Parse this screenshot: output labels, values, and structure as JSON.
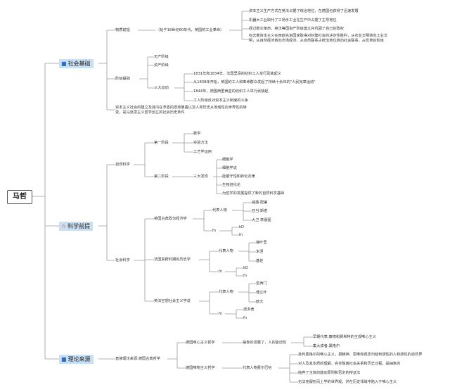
{
  "colors": {
    "line": "#9a9a9a",
    "main_fill": "#c9dff2",
    "root_border": "#555555",
    "star": "#d9434a",
    "square": "#2e6fc4"
  },
  "root": "马哲",
  "b1": {
    "label": "社会基础",
    "icon": "blue-square-icon",
    "wuzhi": "物质前提",
    "ind": "（始于18世纪60年代，英国的工业革命）",
    "w1": "资本主义生产方式在英法占据了统治地位，在德国也获得了迅速发展",
    "w2": "机器大工业取代了工场手工业在生产中占据了主导地位",
    "w3": "经过数次革命，英法等国资产阶级建立并巩固了自己的政权",
    "w4": "标志着资本主义在西欧先进国家取得对封建社会的决定性胜利，从农业文明转向工业文明，从自然经济转向市场经济，从自然联系占统治地位转向社会联系，占优势的阶级",
    "jieji": "阶级基础",
    "j1": "无产阶级",
    "j2": "资产阶级",
    "j3": "三大运动",
    "m1": "1831年和1834年，法国里昂的纺织工人举行武装起义",
    "m2": "从1838年开始，英国的工人和革命群众发起了持续十余年的\"人民宪章运动\"",
    "m3": "1844年，德国西里西亚的纺织工人举行武装起",
    "m4": "工人阶级反对资本主义制度的斗争",
    "end": "资本主义社会的建立及其内在矛盾的逐渐暴露以及人类历史从地域性向世界性的转变，是马克思主义哲学创立的社会历史条件"
  },
  "b2": {
    "label": "科学前提",
    "icon": "red-star-icon",
    "zr": "自然科学",
    "s1": "第一阶段",
    "s1a": "数学",
    "s1b": "实验方法",
    "s1c": "工艺学运用",
    "s2": "第二阶段",
    "dafx": "三大发现",
    "d1": "细胞学",
    "d2": "细胞学说",
    "d3": "能量守恒和转化定律",
    "d4": "生物进化论",
    "d5": "为哲学的发展提供了新的自然科学基础",
    "sh": "社会科学",
    "e1": "英国古典政治经济学",
    "e1r": "代表人物",
    "e1a": "威廉·配第",
    "e1b": "亚当·斯密",
    "e1c": "大卫·李嘉图",
    "e1fn": "fn",
    "e1kd": "kD",
    "e1fn2": "fn",
    "e2": "法国复辟时期的历史学",
    "e2r": "代表人物",
    "e2a": "梯叶里",
    "e2b": "米涅",
    "e2c": "基佐",
    "e2fn": "fn",
    "e2kd": "kD",
    "e2fn2": "fn",
    "e3": "英法空想社会主义学说",
    "e3r": "代表人物",
    "e3a": "圣西门",
    "e3b": "傅立叶",
    "e3c": "欧文",
    "e3fn": "fn",
    "e3kd": "波多舍",
    "e3fn2": "fn"
  },
  "b3": {
    "label": "理论来源",
    "icon": "blue-square-icon",
    "zj": "直接理论来源:德国古典哲学",
    "hg": "德国唯心主义哲学",
    "hgd": "抽象的发展了，人的能动性",
    "hg1": "早期代表:康德和费希特的主观唯心主义",
    "hg2": "集大成者:黑格尔",
    "fb": "德国唯物主义哲学",
    "fbd": "代表人物费尔巴哈",
    "f1": "批判黑格尔的唯心主义，把精神、思维和观念归结到感性的人和感性的自然界",
    "f2": "对人及其本质的理解，完全脱离社会关系和历史过程，是抽象的",
    "f3": "抛弃了主体的能动原则和否定的辩证法",
    "f4": "无法克服形而上学的世界观，并在历史领域中陷入于唯心主义"
  }
}
